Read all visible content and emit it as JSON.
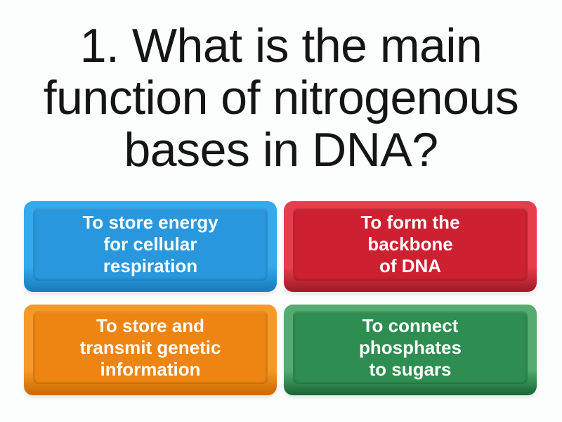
{
  "question": {
    "title": "1. What is the main\nfunction of nitrogenous\nbases in DNA?"
  },
  "answers": [
    {
      "position": "top-left",
      "color_name": "blue",
      "text": "To store energy\nfor cellular\nrespiration",
      "colors": {
        "frame_light": "#34a9eb",
        "face": "#2997de",
        "frame_dark": "#1a7dbe"
      }
    },
    {
      "position": "top-right",
      "color_name": "red",
      "text": "To form the\nbackbone\nof DNA",
      "colors": {
        "frame_light": "#e63e4d",
        "face": "#cd2030",
        "frame_dark": "#a31b29"
      }
    },
    {
      "position": "bottom-left",
      "color_name": "orange",
      "text": "To store and\ntransmit genetic\ninformation",
      "colors": {
        "frame_light": "#f59a28",
        "face": "#ee8512",
        "frame_dark": "#ce6b02"
      }
    },
    {
      "position": "bottom-right",
      "color_name": "green",
      "text": "To connect\nphosphates\nto sugars",
      "colors": {
        "frame_light": "#55ab70",
        "face": "#2e8d50",
        "frame_dark": "#1a6b38"
      }
    }
  ],
  "theme": {
    "background": "#fcfdfd",
    "title_color": "#151515",
    "answer_text_color": "#ffffff"
  }
}
